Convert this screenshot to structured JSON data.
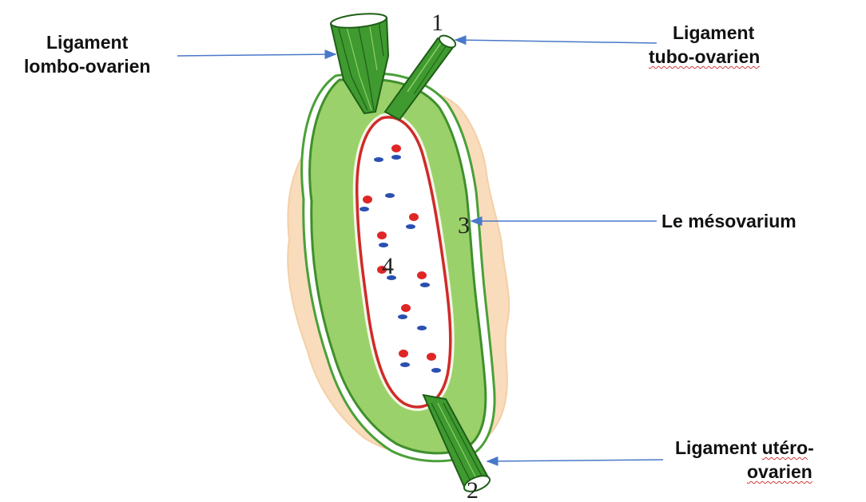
{
  "labels": {
    "lombo": {
      "line1": "Ligament",
      "line2": "lombo-ovarien"
    },
    "tubo": {
      "line1": "Ligament",
      "line2": "tubo-ovarien"
    },
    "meso": {
      "text": "Le mésovarium"
    },
    "utero": {
      "line1": "Ligament utéro-",
      "line2": "ovarien"
    }
  },
  "numbers": {
    "n1": "1",
    "n2": "2",
    "n3": "3",
    "n4": "4"
  },
  "colors": {
    "ovary_outline": "#d02a2a",
    "mesovarium_fill": "#9bd16a",
    "ligament_green": "#3f9a2f",
    "peritoneum_beige": "#f8dcbc",
    "arrow_blue": "#4a78c8",
    "dot_red": "#e02525",
    "dot_blue": "#2a4fb0"
  }
}
